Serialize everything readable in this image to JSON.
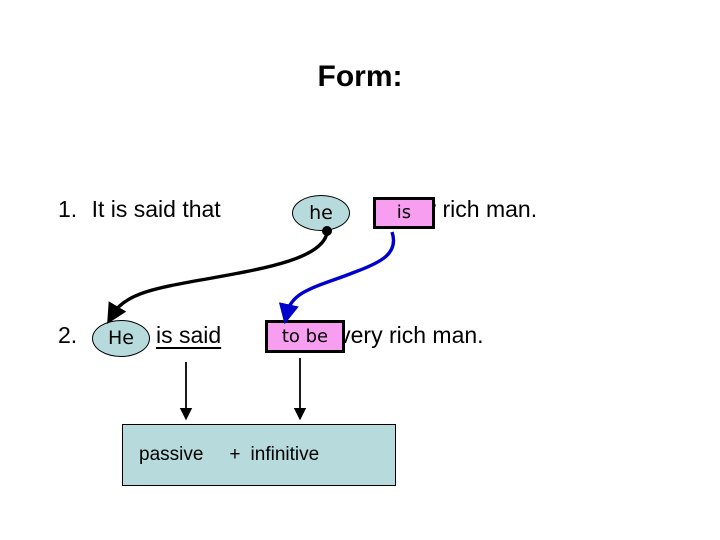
{
  "slide": {
    "title": "Form:",
    "background_color": "#ffffff"
  },
  "colors": {
    "subject_highlight": "#b7dbdd",
    "verb_highlight": "#f89ef0",
    "subject_arrow": "#000000",
    "verb_arrow": "#0000cc",
    "legend_box": "#b7dbdd",
    "text": "#000000"
  },
  "line1": {
    "number": "1.",
    "before": "It is said that",
    "subject": "he",
    "verb": "is",
    "after": "a very rich man."
  },
  "line2": {
    "number": "2.",
    "subject": "He",
    "passive": "is said",
    "infinitive": "to be",
    "after": "a very rich man."
  },
  "legend": {
    "left": "passive",
    "plus": "+",
    "right": "infinitive"
  },
  "arrows": {
    "subject_arrow_label": "he-to-He",
    "verb_arrow_label": "is-to-to-be",
    "passive_down_label": "is-said-to-passive",
    "infinitive_down_label": "to-be-to-infinitive"
  }
}
